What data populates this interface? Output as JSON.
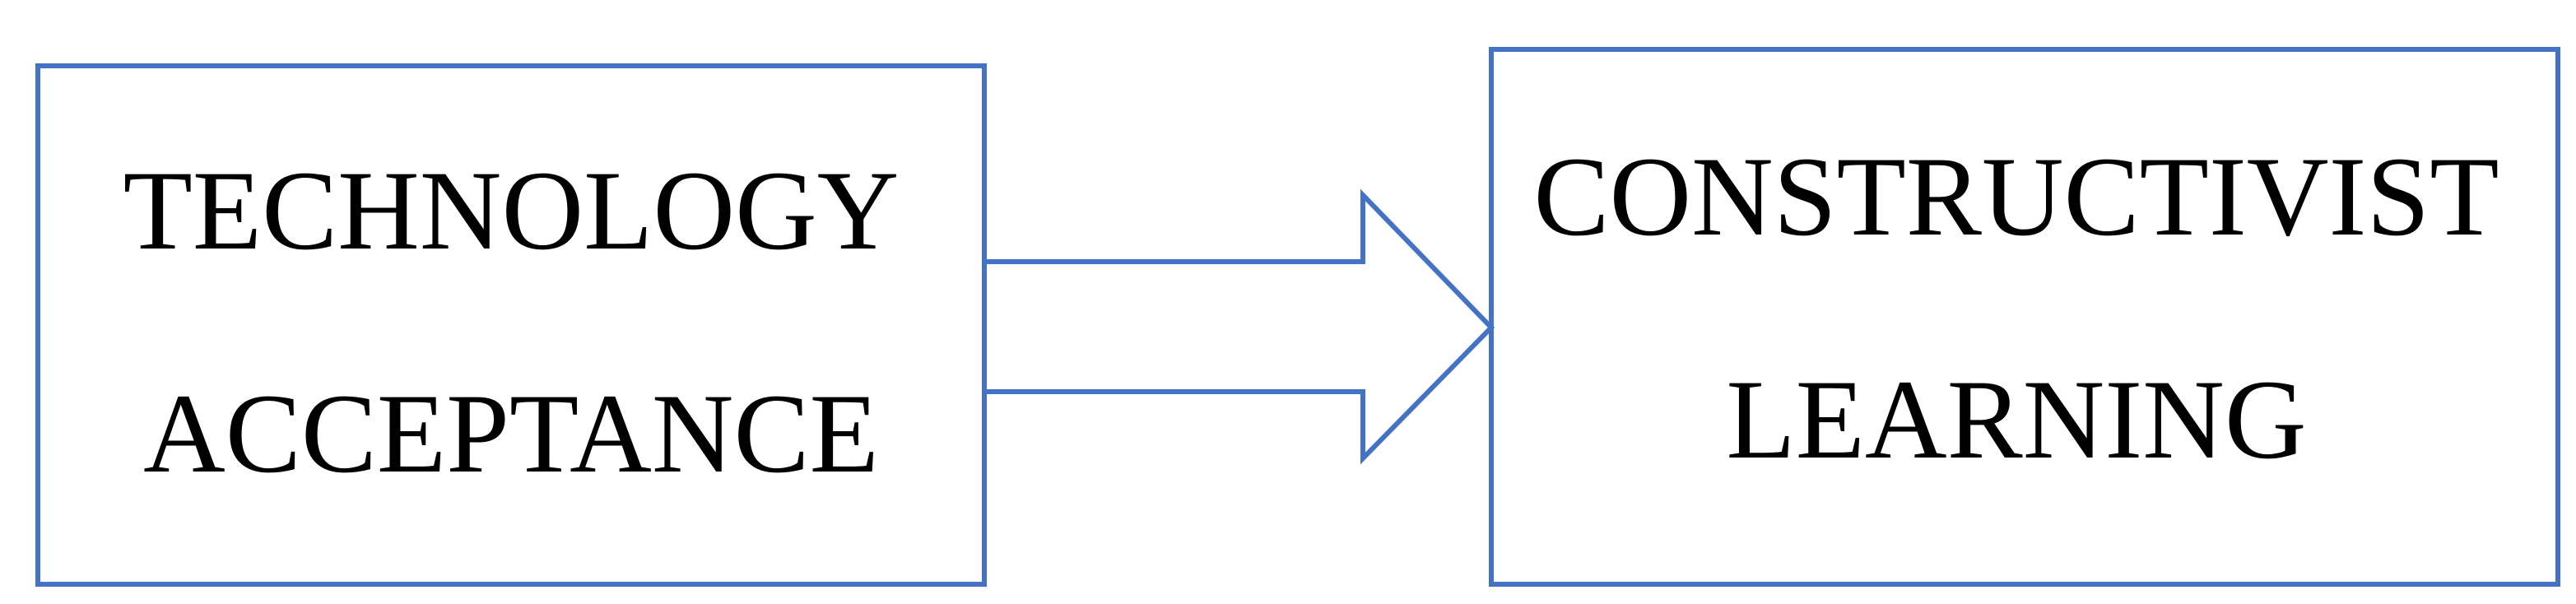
{
  "colors": {
    "stroke": "#4472c4",
    "text": "#000000",
    "background": "#ffffff"
  },
  "nodes": [
    {
      "id": "technology-acceptance",
      "lines": [
        "TECHNOLOGY",
        "ACCEPTANCE"
      ]
    },
    {
      "id": "constructivist-learning",
      "lines": [
        "CONSTRUCTIVIST",
        "LEARNING"
      ]
    }
  ],
  "edges": [
    {
      "from": "technology-acceptance",
      "to": "constructivist-learning",
      "style": "block-arrow"
    }
  ]
}
